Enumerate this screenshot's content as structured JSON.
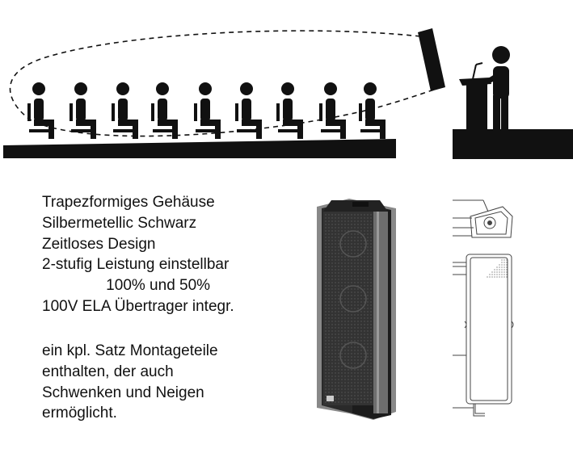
{
  "features": [
    "Trapezformiges Gehäuse",
    "Silbermetellic Schwarz",
    "Zeitloses Design",
    "2-stufig Leistung einstellbar",
    "               100% und 50%",
    "100V ELA Übertrager integr."
  ],
  "mounting": [
    "ein kpl. Satz Montageteile",
    "enthalten, der auch",
    "Schwenken und Neigen",
    "ermöglicht."
  ],
  "colors": {
    "ink": "#111111",
    "speaker_body": "#1e1e1e",
    "speaker_grille": "#3a3a3a",
    "speaker_frame": "#8a8a8a"
  }
}
